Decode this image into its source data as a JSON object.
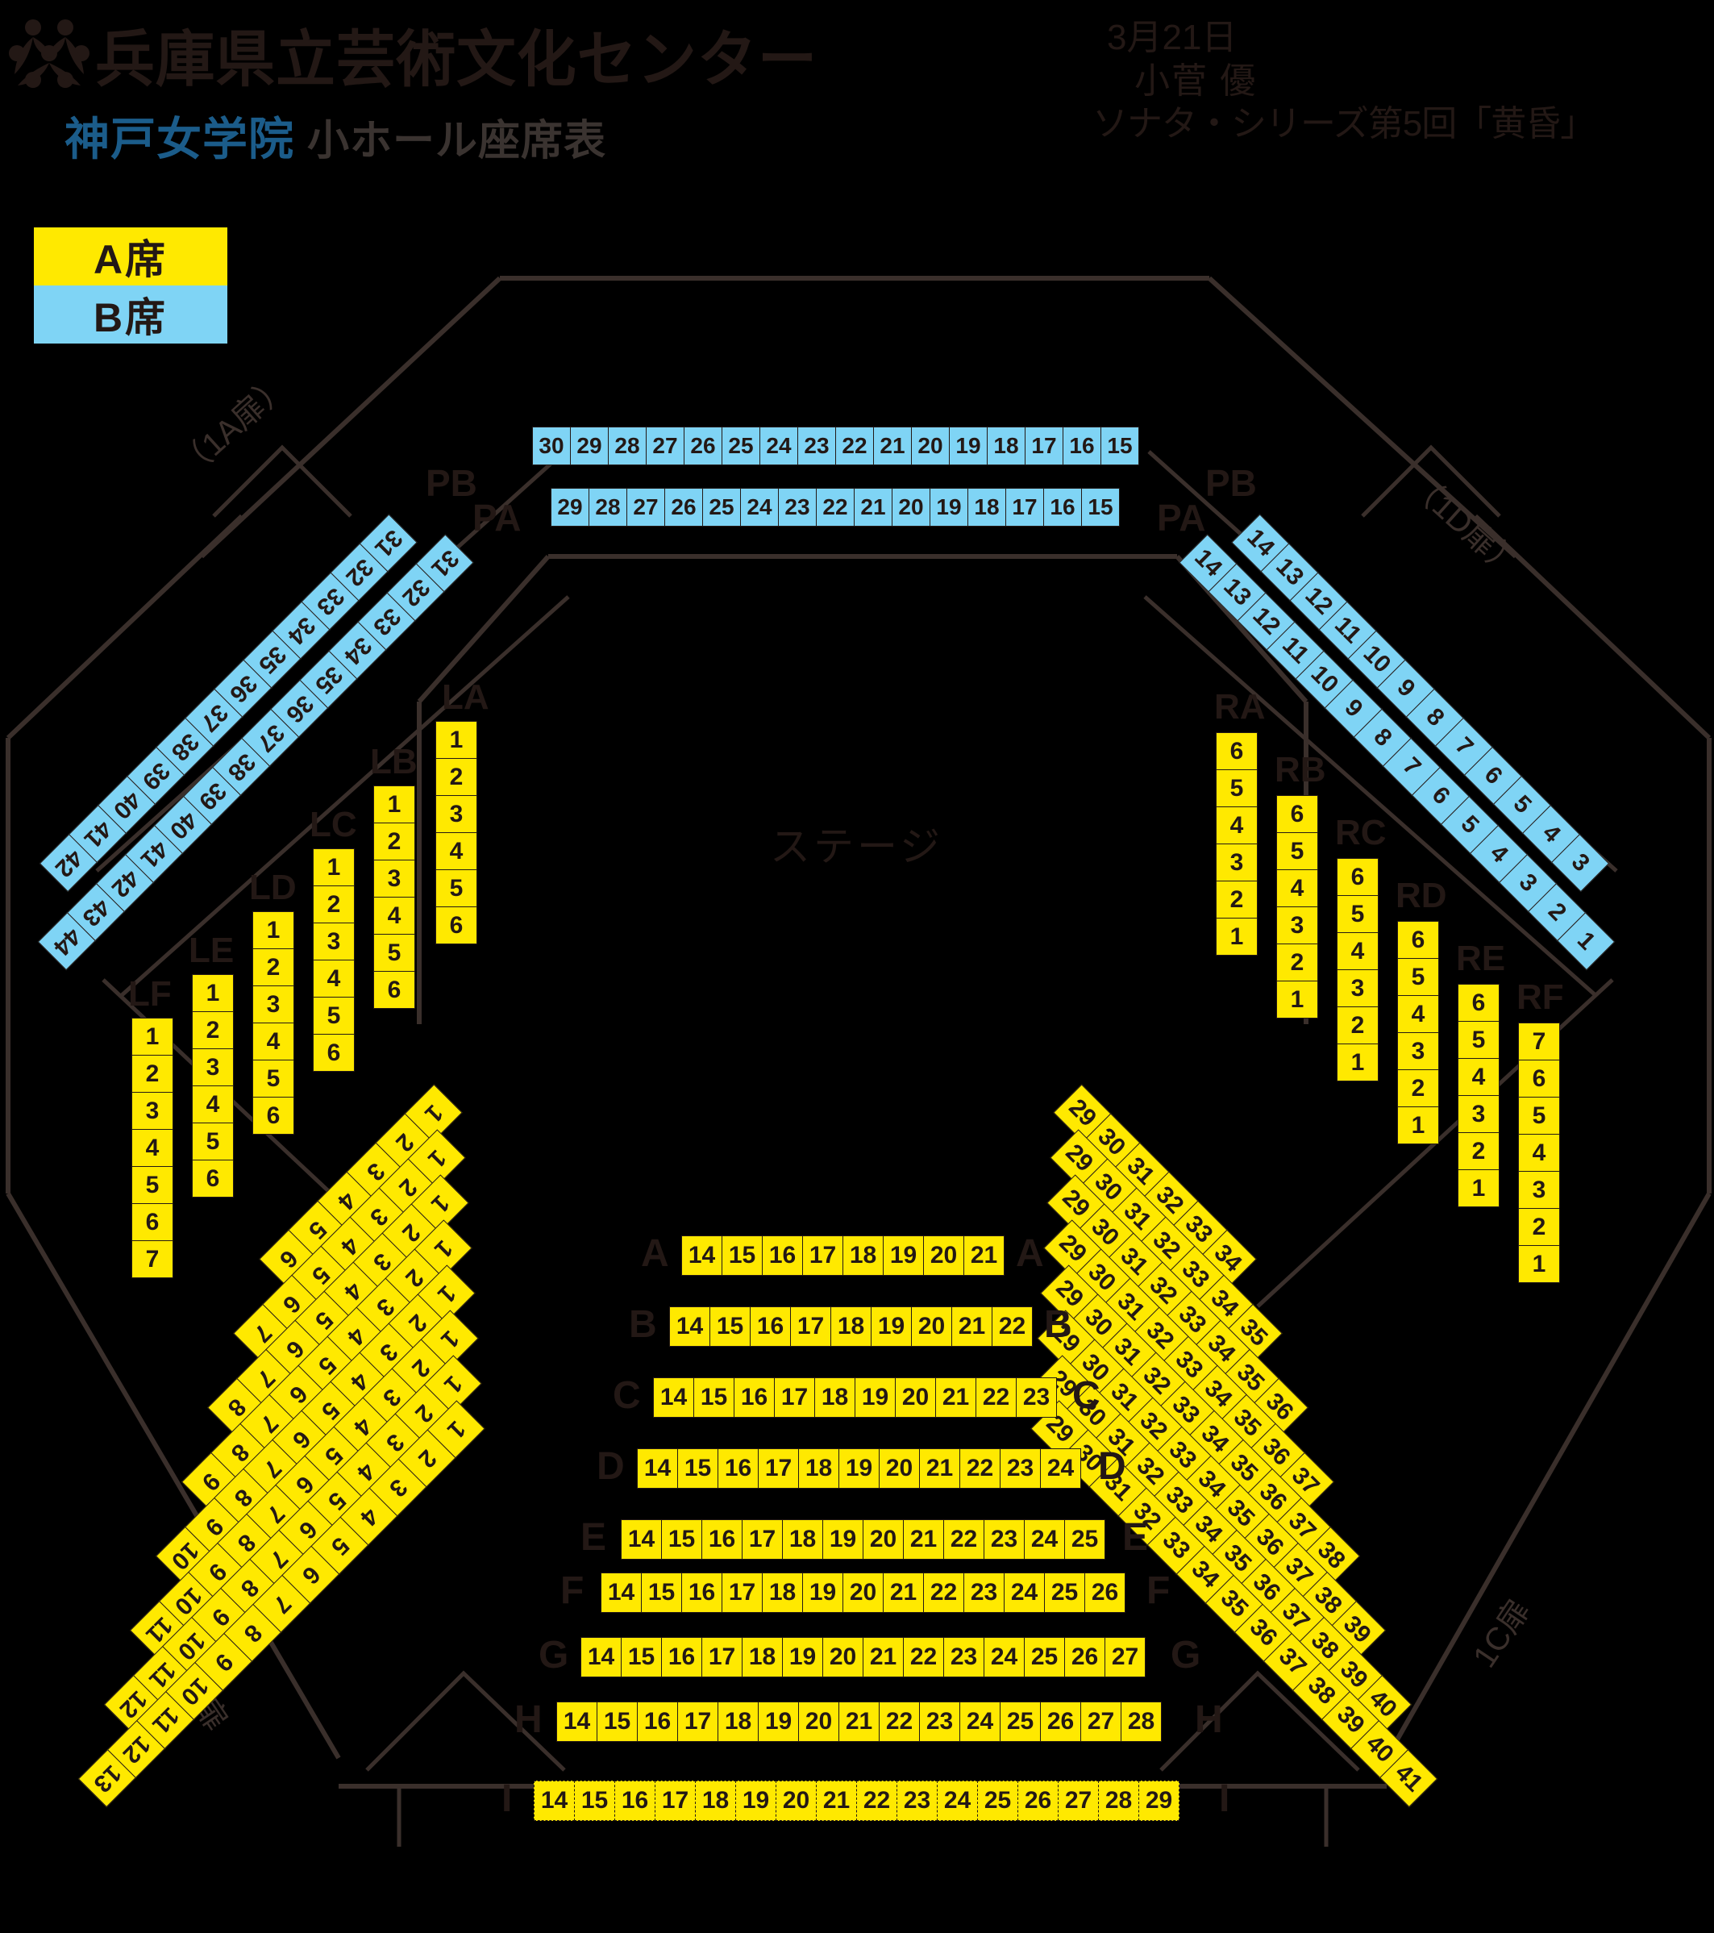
{
  "header": {
    "logo_icon": "hyogo-pac-people-logo-icon",
    "hall_title": "兵庫県立芸術文化センター",
    "sponsor_name": "神戸女学院",
    "hall_subtitle": "小ホール座席表",
    "event_date": "3月21日",
    "event_artist": "小菅 優",
    "event_program": "ソナタ・シリーズ第5回「黄昏」"
  },
  "legend": {
    "a_label": "A席",
    "a_color": "#ffe900",
    "b_label": "B席",
    "b_color": "#7fd4f5"
  },
  "stage": {
    "label": "ステージ"
  },
  "doors": {
    "top_left": "（1A扉）",
    "top_right": "（1D扉）",
    "bottom_left": "1B扉",
    "bottom_right": "1C扉"
  },
  "top_rows": [
    {
      "name": "PB",
      "class": "b",
      "seats": [
        30,
        29,
        28,
        27,
        26,
        25,
        24,
        23,
        22,
        21,
        20,
        19,
        18,
        17,
        16,
        15
      ]
    },
    {
      "name": "PA",
      "class": "b",
      "seats": [
        29,
        28,
        27,
        26,
        25,
        24,
        23,
        22,
        21,
        20,
        19,
        18,
        17,
        16,
        15
      ]
    }
  ],
  "left_blue_diagonals": [
    {
      "name": "PB",
      "class": "b",
      "seats": [
        31,
        32,
        33,
        34,
        35,
        36,
        37,
        38,
        39,
        40,
        41,
        42
      ]
    },
    {
      "name": "PA",
      "class": "b",
      "seats": [
        31,
        32,
        33,
        34,
        35,
        36,
        37,
        38,
        39,
        40,
        41,
        42,
        43,
        44
      ]
    }
  ],
  "right_blue_diagonals": [
    {
      "name": "PA",
      "class": "b",
      "seats": [
        14,
        13,
        12,
        11,
        10,
        9,
        8,
        7,
        6,
        5,
        4,
        3,
        2,
        1
      ]
    },
    {
      "name": "PB",
      "class": "b",
      "seats": [
        14,
        13,
        12,
        11,
        10,
        9,
        8,
        7,
        6,
        5,
        4,
        3
      ]
    }
  ],
  "left_boxes": [
    {
      "name": "LA",
      "seats": [
        1,
        2,
        3,
        4,
        5,
        6
      ]
    },
    {
      "name": "LB",
      "seats": [
        1,
        2,
        3,
        4,
        5,
        6
      ]
    },
    {
      "name": "LC",
      "seats": [
        1,
        2,
        3,
        4,
        5,
        6
      ]
    },
    {
      "name": "LD",
      "seats": [
        1,
        2,
        3,
        4,
        5,
        6
      ]
    },
    {
      "name": "LE",
      "seats": [
        1,
        2,
        3,
        4,
        5,
        6
      ]
    },
    {
      "name": "LF",
      "seats": [
        1,
        2,
        3,
        4,
        5,
        6,
        7
      ]
    }
  ],
  "right_boxes": [
    {
      "name": "RA",
      "seats": [
        6,
        5,
        4,
        3,
        2,
        1
      ]
    },
    {
      "name": "RB",
      "seats": [
        6,
        5,
        4,
        3,
        2,
        1
      ]
    },
    {
      "name": "RC",
      "seats": [
        6,
        5,
        4,
        3,
        2,
        1
      ]
    },
    {
      "name": "RD",
      "seats": [
        6,
        5,
        4,
        3,
        2,
        1
      ]
    },
    {
      "name": "RE",
      "seats": [
        6,
        5,
        4,
        3,
        2,
        1
      ]
    },
    {
      "name": "RF",
      "seats": [
        7,
        6,
        5,
        4,
        3,
        2,
        1
      ]
    }
  ],
  "center_rows": [
    {
      "label": "A",
      "seats": [
        14,
        15,
        16,
        17,
        18,
        19,
        20,
        21
      ]
    },
    {
      "label": "B",
      "seats": [
        14,
        15,
        16,
        17,
        18,
        19,
        20,
        21,
        22
      ]
    },
    {
      "label": "C",
      "seats": [
        14,
        15,
        16,
        17,
        18,
        19,
        20,
        21,
        22,
        23
      ]
    },
    {
      "label": "D",
      "seats": [
        14,
        15,
        16,
        17,
        18,
        19,
        20,
        21,
        22,
        23,
        24
      ]
    },
    {
      "label": "E",
      "seats": [
        14,
        15,
        16,
        17,
        18,
        19,
        20,
        21,
        22,
        23,
        24,
        25
      ]
    },
    {
      "label": "F",
      "seats": [
        14,
        15,
        16,
        17,
        18,
        19,
        20,
        21,
        22,
        23,
        24,
        25,
        26
      ]
    },
    {
      "label": "G",
      "seats": [
        14,
        15,
        16,
        17,
        18,
        19,
        20,
        21,
        22,
        23,
        24,
        25,
        26,
        27
      ]
    },
    {
      "label": "H",
      "seats": [
        14,
        15,
        16,
        17,
        18,
        19,
        20,
        21,
        22,
        23,
        24,
        25,
        26,
        27,
        28
      ]
    },
    {
      "label": "I",
      "seats": [
        14,
        15,
        16,
        17,
        18,
        19,
        20,
        21,
        22,
        23,
        24,
        25,
        26,
        27,
        28,
        29
      ],
      "dashed": true
    }
  ],
  "left_diagonal_rows": [
    {
      "seats": [
        1,
        2,
        3,
        4,
        5,
        6
      ]
    },
    {
      "seats": [
        1,
        2,
        3,
        4,
        5,
        6,
        7
      ]
    },
    {
      "seats": [
        1,
        2,
        3,
        4,
        5,
        6,
        7,
        8
      ]
    },
    {
      "seats": [
        1,
        2,
        3,
        4,
        5,
        6,
        7,
        8,
        9
      ]
    },
    {
      "seats": [
        1,
        2,
        3,
        4,
        5,
        6,
        7,
        8,
        9,
        10
      ]
    },
    {
      "seats": [
        1,
        2,
        3,
        4,
        5,
        6,
        7,
        8,
        9,
        10,
        11
      ]
    },
    {
      "seats": [
        1,
        2,
        3,
        4,
        5,
        6,
        7,
        8,
        9,
        10,
        11,
        12
      ]
    },
    {
      "seats": [
        1,
        2,
        3,
        4,
        5,
        6,
        7,
        8,
        9,
        10,
        11,
        12,
        13
      ]
    }
  ],
  "right_diagonal_rows": [
    {
      "seats": [
        29,
        30,
        31,
        32,
        33,
        34
      ]
    },
    {
      "seats": [
        29,
        30,
        31,
        32,
        33,
        34,
        35
      ]
    },
    {
      "seats": [
        29,
        30,
        31,
        32,
        33,
        34,
        35,
        36
      ]
    },
    {
      "seats": [
        29,
        30,
        31,
        32,
        33,
        34,
        35,
        36,
        37
      ]
    },
    {
      "seats": [
        29,
        30,
        31,
        32,
        33,
        34,
        35,
        36,
        37,
        38
      ]
    },
    {
      "seats": [
        29,
        30,
        31,
        32,
        33,
        34,
        35,
        36,
        37,
        38,
        39
      ]
    },
    {
      "seats": [
        29,
        30,
        31,
        32,
        33,
        34,
        35,
        36,
        37,
        38,
        39,
        40
      ]
    },
    {
      "seats": [
        29,
        30,
        31,
        32,
        33,
        34,
        35,
        36,
        37,
        38,
        39,
        40,
        41
      ]
    }
  ]
}
